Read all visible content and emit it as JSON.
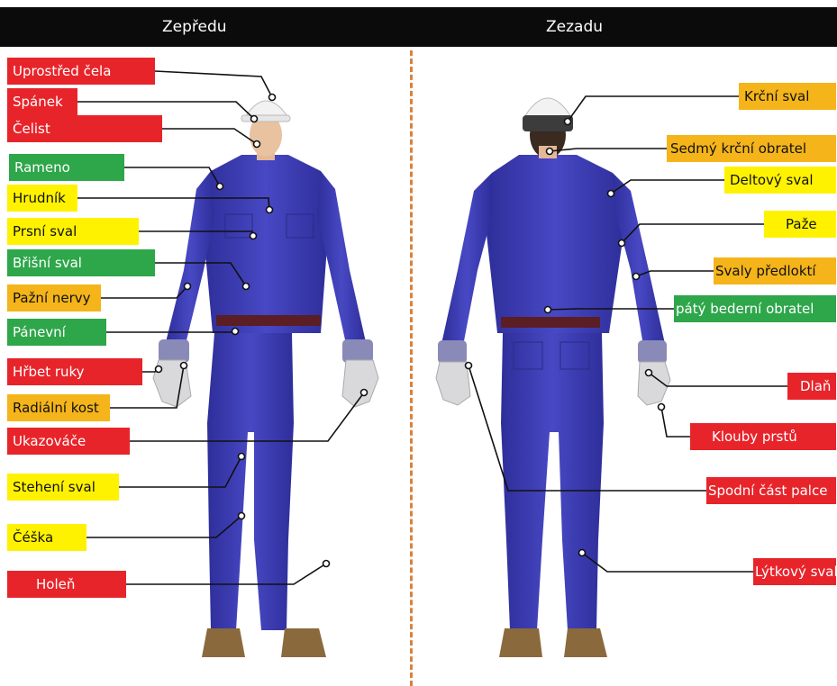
{
  "header": {
    "front": "Zepředu",
    "back": "Zezadu"
  },
  "colors": {
    "red": "#e8242b",
    "green": "#2ea64a",
    "yellow": "#fff200",
    "orange": "#f4b41a",
    "suit": "#3f3fb4",
    "divider": "#d9823b"
  },
  "front_labels": [
    {
      "id": "uprostred-cela",
      "text": "Uprostřed čela",
      "color": "red"
    },
    {
      "id": "spanek",
      "text": "Spánek",
      "color": "red"
    },
    {
      "id": "celist",
      "text": "Čelist",
      "color": "red"
    },
    {
      "id": "rameno",
      "text": "Rameno",
      "color": "green"
    },
    {
      "id": "hrudnik",
      "text": "Hrudník",
      "color": "yellow"
    },
    {
      "id": "prsni-sval",
      "text": "Prsní sval",
      "color": "yellow"
    },
    {
      "id": "brisni-sval",
      "text": "Břišní sval",
      "color": "green"
    },
    {
      "id": "pazni-nervy",
      "text": "Pažní nervy",
      "color": "orange"
    },
    {
      "id": "panevni",
      "text": "Pánevní",
      "color": "green"
    },
    {
      "id": "hrbet-ruky",
      "text": "Hřbet ruky",
      "color": "red"
    },
    {
      "id": "radialni-kost",
      "text": "Radiální kost",
      "color": "orange"
    },
    {
      "id": "ukazovace",
      "text": "Ukazováče",
      "color": "red"
    },
    {
      "id": "stehenni-sval",
      "text": "Stehení sval",
      "color": "yellow"
    },
    {
      "id": "ceska",
      "text": "Čéška",
      "color": "yellow"
    },
    {
      "id": "holen",
      "text": "Holeň",
      "color": "red"
    }
  ],
  "back_labels": [
    {
      "id": "krcni-sval",
      "text": "Krční sval",
      "color": "orange"
    },
    {
      "id": "sedmy-krcni-obratel",
      "text": "Sedmý krční obratel",
      "color": "orange"
    },
    {
      "id": "deltovy-sval",
      "text": "Deltový sval",
      "color": "yellow"
    },
    {
      "id": "paze",
      "text": "Paže",
      "color": "yellow"
    },
    {
      "id": "svaly-predlokti",
      "text": "Svaly předloktí",
      "color": "orange"
    },
    {
      "id": "paty-bederni-obratel",
      "text": "pátý bederní obratel",
      "color": "green"
    },
    {
      "id": "dlan",
      "text": "Dlaň",
      "color": "red"
    },
    {
      "id": "klouby-prstu",
      "text": "Klouby prstů",
      "color": "red"
    },
    {
      "id": "spodni-cast-palce",
      "text": "Spodní část palce",
      "color": "red"
    },
    {
      "id": "lytkovy-sval",
      "text": "Lýtkový sval",
      "color": "red"
    }
  ]
}
